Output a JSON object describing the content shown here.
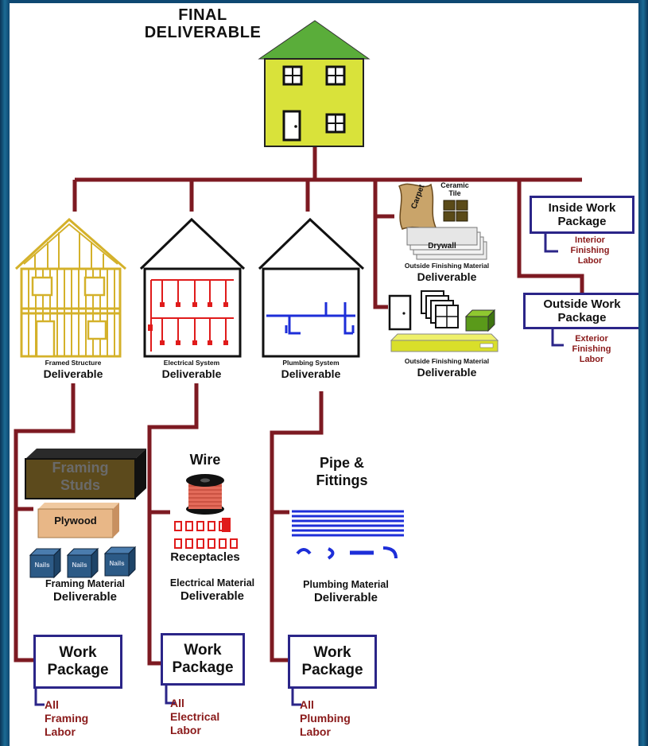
{
  "title": "FINAL\nDELIVERABLE",
  "colors": {
    "connector": "#7d1a22",
    "work_package_border": "#2b2588",
    "labor_text": "#8a1a1a",
    "roof": "#5aad3a",
    "house_wall": "#d9e23a"
  },
  "level2": {
    "framed": {
      "caption": "Framed Structure",
      "deliverable": "Deliverable"
    },
    "electrical": {
      "caption": "Electrical  System",
      "deliverable": "Deliverable"
    },
    "plumbing": {
      "caption": "Plumbing  System",
      "deliverable": "Deliverable"
    },
    "inside_finishing": {
      "caption": "Outside Finishing Material",
      "deliverable": "Deliverable",
      "carpet_label": "Carpet",
      "tile_label": "Ceramic\nTile",
      "drywall_label": "Drywall"
    },
    "outside_finishing": {
      "caption": "Outside Finishing Material",
      "deliverable": "Deliverable"
    }
  },
  "inside_work_package": {
    "label": "Inside Work\nPackage",
    "labor": "Interior\nFinishing\nLabor"
  },
  "outside_work_package": {
    "label": "Outside Work\nPackage",
    "labor": "Exterior\nFinishing\nLabor"
  },
  "level3": {
    "framing": {
      "studs_label": "Framing\nStuds",
      "plywood_label": "Plywood",
      "nails_label": "Nails",
      "caption": "Framing Material",
      "deliverable": "Deliverable",
      "work_package": "Work\nPackage",
      "labor": "All\nFraming\nLabor"
    },
    "electrical": {
      "wire_label": "Wire",
      "receptacles_label": "Receptacles",
      "caption": "Electrical Material",
      "deliverable": "Deliverable",
      "work_package": "Work\nPackage",
      "labor": "All\nElectrical\nLabor"
    },
    "plumbing": {
      "pipe_label": "Pipe &\nFittings",
      "caption": "Plumbing Material",
      "deliverable": "Deliverable",
      "work_package": "Work\nPackage",
      "labor": "All\nPlumbing\nLabor"
    }
  }
}
